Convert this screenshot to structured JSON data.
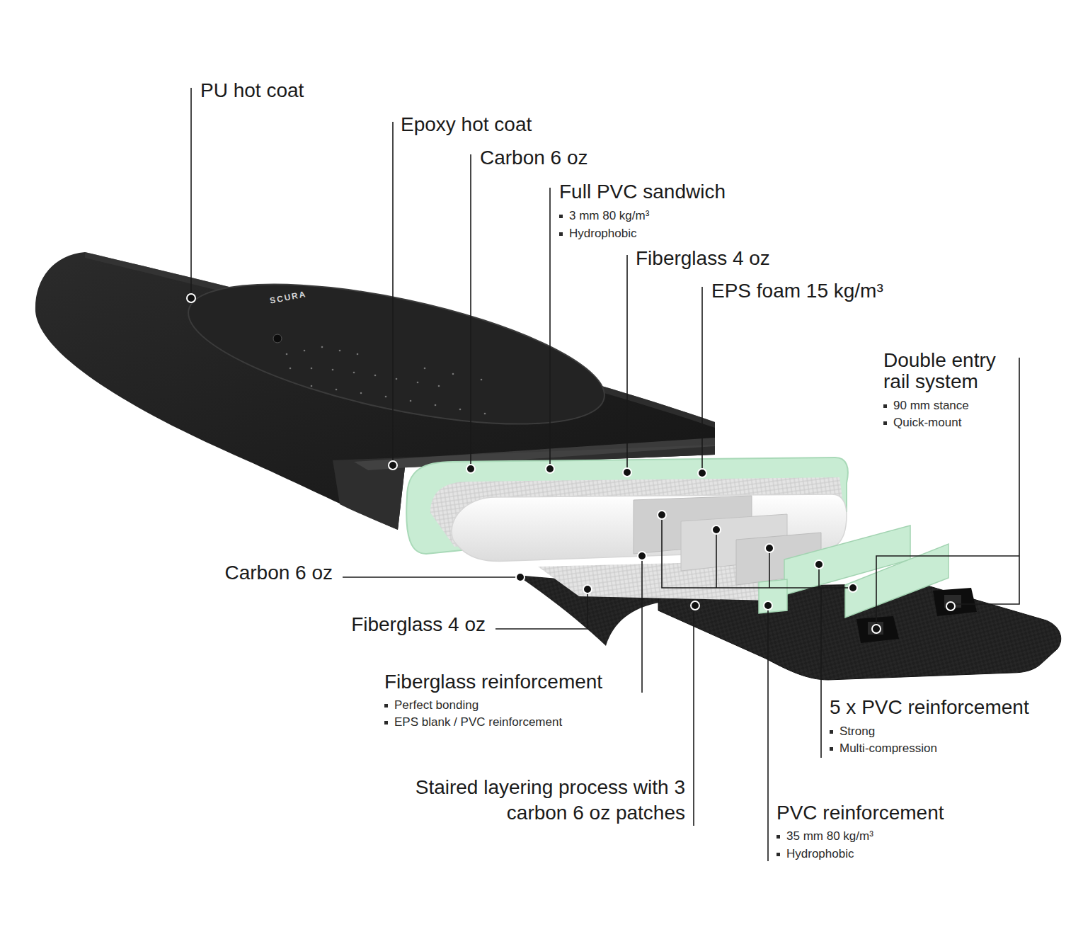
{
  "diagram": {
    "labels": [
      "PU hot coat",
      "Epoxy hot coat",
      "Carbon 6 oz",
      "Full PVC sandwich",
      "3 mm 80 kg/m³",
      "Hydrophobic",
      "Fiberglass 4 oz",
      "EPS foam 15 kg/m³",
      "Double entry rail system",
      "90 mm stance",
      "Quick-mount",
      "Carbon 6 oz",
      "Fiberglass 4 oz",
      "Fiberglass reinforcement",
      "Perfect bonding",
      "EPS blank / PVC reinforcement",
      "Staired layering process with 3 carbon 6 oz patches",
      "5 x PVC reinforcement",
      "Strong",
      "Multi-compression",
      "PVC reinforcement",
      "35 mm 80 kg/m³",
      "Hydrophobic",
      "SCURA"
    ]
  }
}
